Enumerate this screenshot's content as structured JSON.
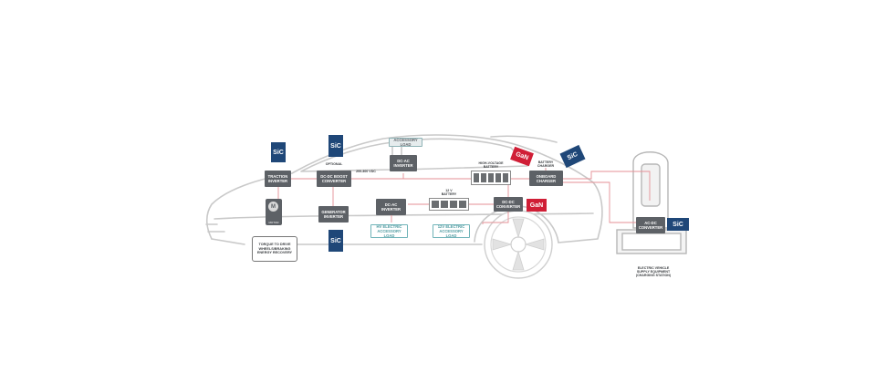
{
  "blocks": {
    "traction_inverter": "TRACTION\nINVERTER",
    "dcdc_boost": "DC-DC BOOST\nCONVERTER",
    "generator_inverter": "GENERATOR\nINVERTER",
    "dcac_inverter_top": "DC-AC\nINVERTER",
    "dcac_inverter_mid": "DC-AC\nINVERTER",
    "dcdc_converter": "DC-DC\nCONVERTER",
    "onboard_charger": "ONBOARD\nCHARGER",
    "acdc_converter": "AC-DC\nCONVERTER"
  },
  "accessory": {
    "top": "ACCESSORY LOAD",
    "hv_load": "HV ELECTRIC\nACCESSORY LOAD",
    "v12_load": "12V ELECTRIC\nACCESSORY LOAD"
  },
  "tags": {
    "sic": "SiC",
    "gan": "GaN"
  },
  "labels": {
    "optional": "OPTIONAL",
    "voltage": "200-300 VDC",
    "hv_battery": "HIGH-VOLTAGE\nBATTERY",
    "lv_battery": "12 V\nBATTERY",
    "battery_charger": "BATTERY\nCHARGER",
    "motor": "MOTOR",
    "motor_letter": "M",
    "torque_note": "TORQUE TO DRIVE\nWHEELS/BRAKING\nENERGY RECOVERY",
    "charging_station": "ELECTRIC VEHICLE\nSUPPLY EQUIPMENT\n(CHARGING STATION)"
  },
  "colors": {
    "block": "#5d6166",
    "sic": "#1f4778",
    "gan": "#d01e36",
    "accessory_border": "#6fb3b8",
    "wire": "#e58f95"
  }
}
